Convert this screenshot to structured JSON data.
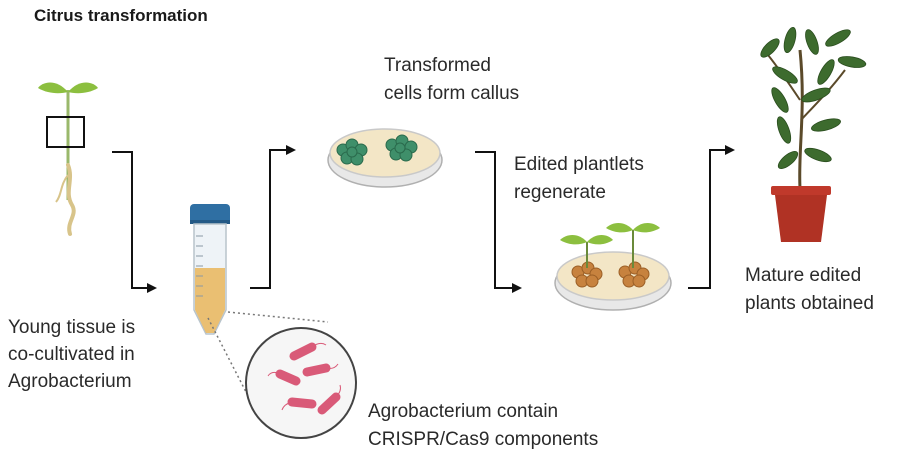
{
  "title": "Citrus transformation",
  "steps": {
    "young_tissue": {
      "line1": "Young tissue is",
      "line2": "co-cultivated in",
      "line3": "Agrobacterium"
    },
    "agrobacterium": {
      "line1": "Agrobacterium contain",
      "line2": "CRISPR/Cas9 components"
    },
    "callus": {
      "line1": "Transformed",
      "line2": "cells form callus"
    },
    "plantlets": {
      "line1": "Edited  plantlets",
      "line2": "regenerate"
    },
    "mature": {
      "line1": "Mature edited",
      "line2": "plants obtained"
    }
  },
  "icons": [
    "seedling-icon",
    "falcon-tube-icon",
    "bacteria-magnifier-icon",
    "callus-petri-dish-icon",
    "plantlet-petri-dish-icon",
    "potted-plant-icon"
  ],
  "colors": {
    "callus": "#3f8f6a",
    "tube_cap": "#2f6fa3",
    "tube_liquid": "#e9b55a",
    "bacteria": "#d95a78",
    "pot": "#c0392b",
    "leaf": "#3d6b2e",
    "dish": "#f3e6c6"
  }
}
